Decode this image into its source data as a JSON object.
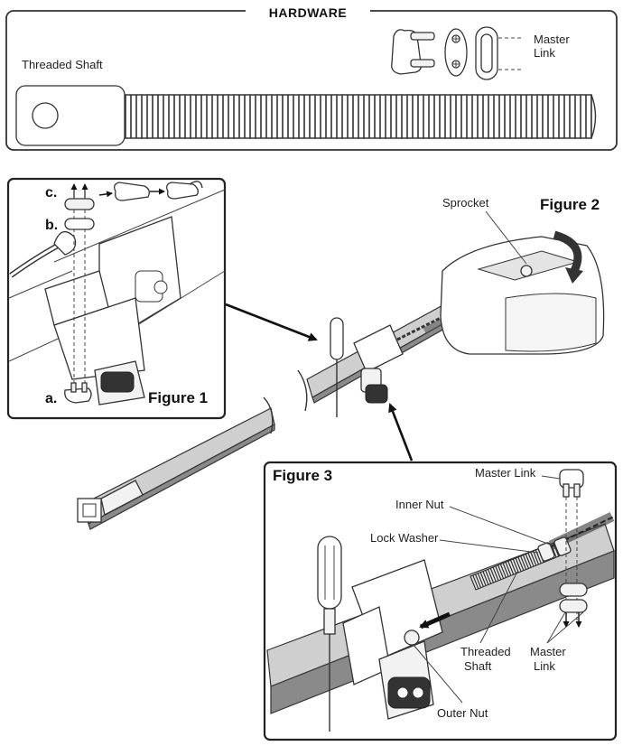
{
  "hardware": {
    "title": "HARDWARE",
    "threaded_shaft_label": "Threaded Shaft",
    "master_link_label_line1": "Master",
    "master_link_label_line2": "Link"
  },
  "figure1": {
    "title": "Figure 1",
    "step_a": "a.",
    "step_b": "b.",
    "step_c": "c."
  },
  "figure2": {
    "title": "Figure 2",
    "sprocket_label": "Sprocket"
  },
  "figure3": {
    "title": "Figure 3",
    "master_link_top": "Master Link",
    "inner_nut": "Inner Nut",
    "lock_washer": "Lock Washer",
    "threaded_shaft_line1": "Threaded",
    "threaded_shaft_line2": "Shaft",
    "master_link_line1": "Master",
    "master_link_line2": "Link",
    "outer_nut": "Outer Nut"
  }
}
